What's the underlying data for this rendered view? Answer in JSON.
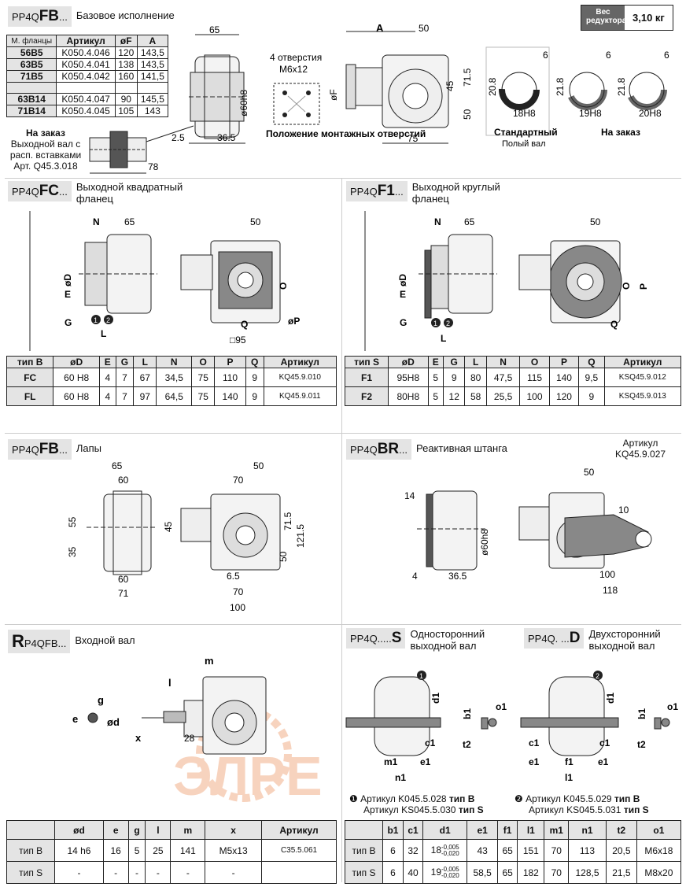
{
  "fb": {
    "code_prefix": "PP4Q",
    "code_main": "FB",
    "code_dots": "...",
    "title": "Базовое исполнение",
    "weight_label": "Вес редуктора",
    "weight_value": "3,10 кг",
    "table": {
      "headers": [
        "М. фланцы",
        "Артикул",
        "øF",
        "A"
      ],
      "rows": [
        [
          "56B5",
          "K050.4.046",
          "120",
          "143,5"
        ],
        [
          "63B5",
          "K050.4.041",
          "138",
          "143,5"
        ],
        [
          "71B5",
          "K050.4.042",
          "160",
          "141,5"
        ],
        [
          "",
          "",
          "",
          ""
        ],
        [
          "63B14",
          "K050.4.047",
          "90",
          "145,5"
        ],
        [
          "71B14",
          "K050.4.045",
          "105",
          "143"
        ]
      ]
    },
    "order_note_title": "На заказ",
    "order_note_text": "Выходной вал с расп. вставками Арт. Q45.3.018",
    "holes_title": "4 отверстия",
    "holes_spec": "M6x12",
    "mount_label": "Положение монтажных отверстий",
    "standard_label": "Стандартный",
    "hollow_label": "Полый вал",
    "order_label": "На заказ",
    "dims": {
      "d65": "65",
      "d60h8": "ø60h8",
      "d25": "2.5",
      "d365": "36.5",
      "d78": "78",
      "dA": "A",
      "d50": "50",
      "dF": "øF",
      "d45": "45",
      "d715": "71.5",
      "d50b": "50",
      "d75": "75",
      "k6a": "6",
      "k208": "20.8",
      "k18h8": "18H8",
      "k6b": "6",
      "k218a": "21.8",
      "k19h8": "19H8",
      "k6c": "6",
      "k218b": "21.8",
      "k20h8": "20H8"
    }
  },
  "fc": {
    "code_prefix": "PP4Q",
    "code_main": "FC",
    "code_dots": "...",
    "title": "Выходной квадратный фланец",
    "dims": {
      "N": "N",
      "d65": "65",
      "d50": "50",
      "D": "øD",
      "E": "E",
      "G": "G",
      "L": "L",
      "O": "O",
      "Q": "Q",
      "P": "øP",
      "sq95": "□95",
      "n1": "1",
      "n2": "2"
    },
    "table": {
      "headers": [
        "тип B",
        "øD",
        "E",
        "G",
        "L",
        "N",
        "O",
        "P",
        "Q",
        "Артикул"
      ],
      "rows": [
        [
          "FC",
          "60 H8",
          "4",
          "7",
          "67",
          "34,5",
          "75",
          "110",
          "9",
          "KQ45.9.010"
        ],
        [
          "FL",
          "60 H8",
          "4",
          "7",
          "97",
          "64,5",
          "75",
          "140",
          "9",
          "KQ45.9.011"
        ]
      ]
    }
  },
  "f1": {
    "code_prefix": "PP4Q",
    "code_main": "F1",
    "code_dots": "...",
    "title": "Выходной круглый фланец",
    "dims": {
      "N": "N",
      "d65": "65",
      "d50": "50",
      "D": "øD",
      "E": "E",
      "G": "G",
      "L": "L",
      "O": "O",
      "P": "P",
      "Q": "Q",
      "n1": "1",
      "n2": "2"
    },
    "table": {
      "headers": [
        "тип S",
        "øD",
        "E",
        "G",
        "L",
        "N",
        "O",
        "P",
        "Q",
        "Артикул"
      ],
      "rows": [
        [
          "F1",
          "95H8",
          "5",
          "9",
          "80",
          "47,5",
          "115",
          "140",
          "9,5",
          "KSQ45.9.012"
        ],
        [
          "F2",
          "80H8",
          "5",
          "12",
          "58",
          "25,5",
          "100",
          "120",
          "9",
          "KSQ45.9.013"
        ]
      ]
    }
  },
  "feet": {
    "code_prefix": "PP4Q",
    "code_main": "FB",
    "code_dots": "...",
    "title": "Лапы",
    "dims": {
      "d65": "65",
      "d60": "60",
      "d55": "55",
      "d35": "35",
      "d60b": "60",
      "d71": "71",
      "d50": "50",
      "d70": "70",
      "d45": "45",
      "d715": "71.5",
      "d1215": "121.5",
      "d50b": "50",
      "d65b": "6.5",
      "d70b": "70",
      "d100": "100"
    }
  },
  "br": {
    "code_prefix": "PP4Q",
    "code_main": "BR",
    "code_dots": "...",
    "title": "Реактивная штанга",
    "article_label": "Артикул",
    "article": "KQ45.9.027",
    "dims": {
      "d14": "14",
      "d60h8": "ø60h8",
      "d4": "4",
      "d365": "36.5",
      "d50": "50",
      "d10": "10",
      "d100": "100",
      "d118": "118"
    }
  },
  "input": {
    "code_big": "R",
    "code_prefix": "P4QFB",
    "code_dots": "...",
    "title": "Входной вал",
    "dims": {
      "g": "g",
      "e": "e",
      "d": "ød",
      "x": "x",
      "l": "l",
      "m": "m",
      "d28": "28"
    },
    "table": {
      "headers": [
        "",
        "ød",
        "e",
        "g",
        "l",
        "m",
        "x",
        "Артикул"
      ],
      "rows": [
        [
          "тип B",
          "14 h6",
          "16",
          "5",
          "25",
          "141",
          "M5x13",
          "C35.5.061"
        ],
        [
          "тип S",
          "-",
          "-",
          "-",
          "-",
          "-",
          "-",
          ""
        ]
      ]
    }
  },
  "shaft": {
    "s_prefix": "PP4Q.....",
    "s_main": "S",
    "s_title": "Односторонний выходной вал",
    "d_prefix": "PP4Q. ...",
    "d_main": "D",
    "d_title": "Двухсторонний выходной вал",
    "note1_num": "❶",
    "note1_a": "Артикул K045.5.028",
    "note1_a_type": "тип B",
    "note1_b": "Артикул KS045.5.030",
    "note1_b_type": "тип S",
    "note2_num": "❷",
    "note2_a": "Артикул K045.5.029",
    "note2_a_type": "тип B",
    "note2_b": "Артикул KS045.5.031",
    "note2_b_type": "тип S",
    "dims": {
      "d1": "d1",
      "b1": "b1",
      "o1": "o1",
      "c1": "c1",
      "t2": "t2",
      "m1": "m1",
      "e1": "e1",
      "n1": "n1",
      "f1": "f1",
      "l1": "l1",
      "n1s": "1",
      "n2s": "2"
    },
    "table": {
      "headers": [
        "",
        "b1",
        "c1",
        "d1",
        "e1",
        "f1",
        "l1",
        "m1",
        "n1",
        "t2",
        "o1"
      ],
      "rows": [
        {
          "type": "тип B",
          "b1": "6",
          "c1": "32",
          "d1": "18",
          "d1_sup": "-0,005",
          "d1_sub": "-0,020",
          "e1": "43",
          "f1": "65",
          "l1": "151",
          "m1": "70",
          "n1": "113",
          "t2": "20,5",
          "o1": "M6x18"
        },
        {
          "type": "тип S",
          "b1": "6",
          "c1": "40",
          "d1": "19",
          "d1_sup": "-0,005",
          "d1_sub": "-0,020",
          "e1": "58,5",
          "f1": "65",
          "l1": "182",
          "m1": "70",
          "n1": "128,5",
          "t2": "21,5",
          "o1": "M8x20"
        }
      ]
    }
  },
  "colors": {
    "gray_fill": "#e4e4e4",
    "dark_fill": "#666666",
    "watermark": "#f2b08a"
  }
}
